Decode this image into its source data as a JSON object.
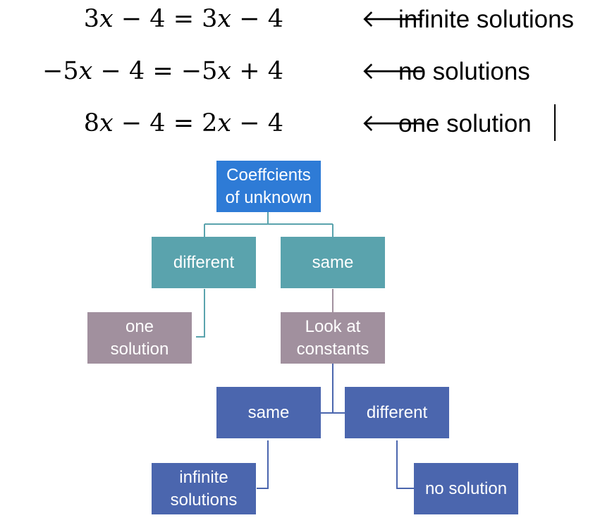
{
  "equations": [
    {
      "equation": "3𝑥 − 4 = 3𝑥 − 4",
      "arrow": "🡐",
      "result": "infinite solutions"
    },
    {
      "equation": "−5𝑥 − 4 = −5𝑥 + 4",
      "arrow": "🡐",
      "result": "no solutions"
    },
    {
      "equation": "8𝑥 − 4 = 2𝑥 − 4",
      "arrow": "🡐",
      "result": "one solution"
    }
  ],
  "tree": {
    "root": "Coeffcients\nof unknown",
    "coef_different": "different",
    "coef_same": "same",
    "one_solution": "one\nsolution",
    "look_at_constants": "Look at\nconstants",
    "const_same": "same",
    "const_different": "different",
    "infinite_solutions": "infinite\nsolutions",
    "no_solution": "no solution"
  },
  "colors": {
    "root": "#2E7BD6",
    "level1": "#5AA3AD",
    "level2": "#A1909E",
    "level3": "#4B66AE",
    "connector_teal": "#5AA3AD",
    "connector_mauve": "#A1909E",
    "connector_blue": "#4B66AE"
  }
}
